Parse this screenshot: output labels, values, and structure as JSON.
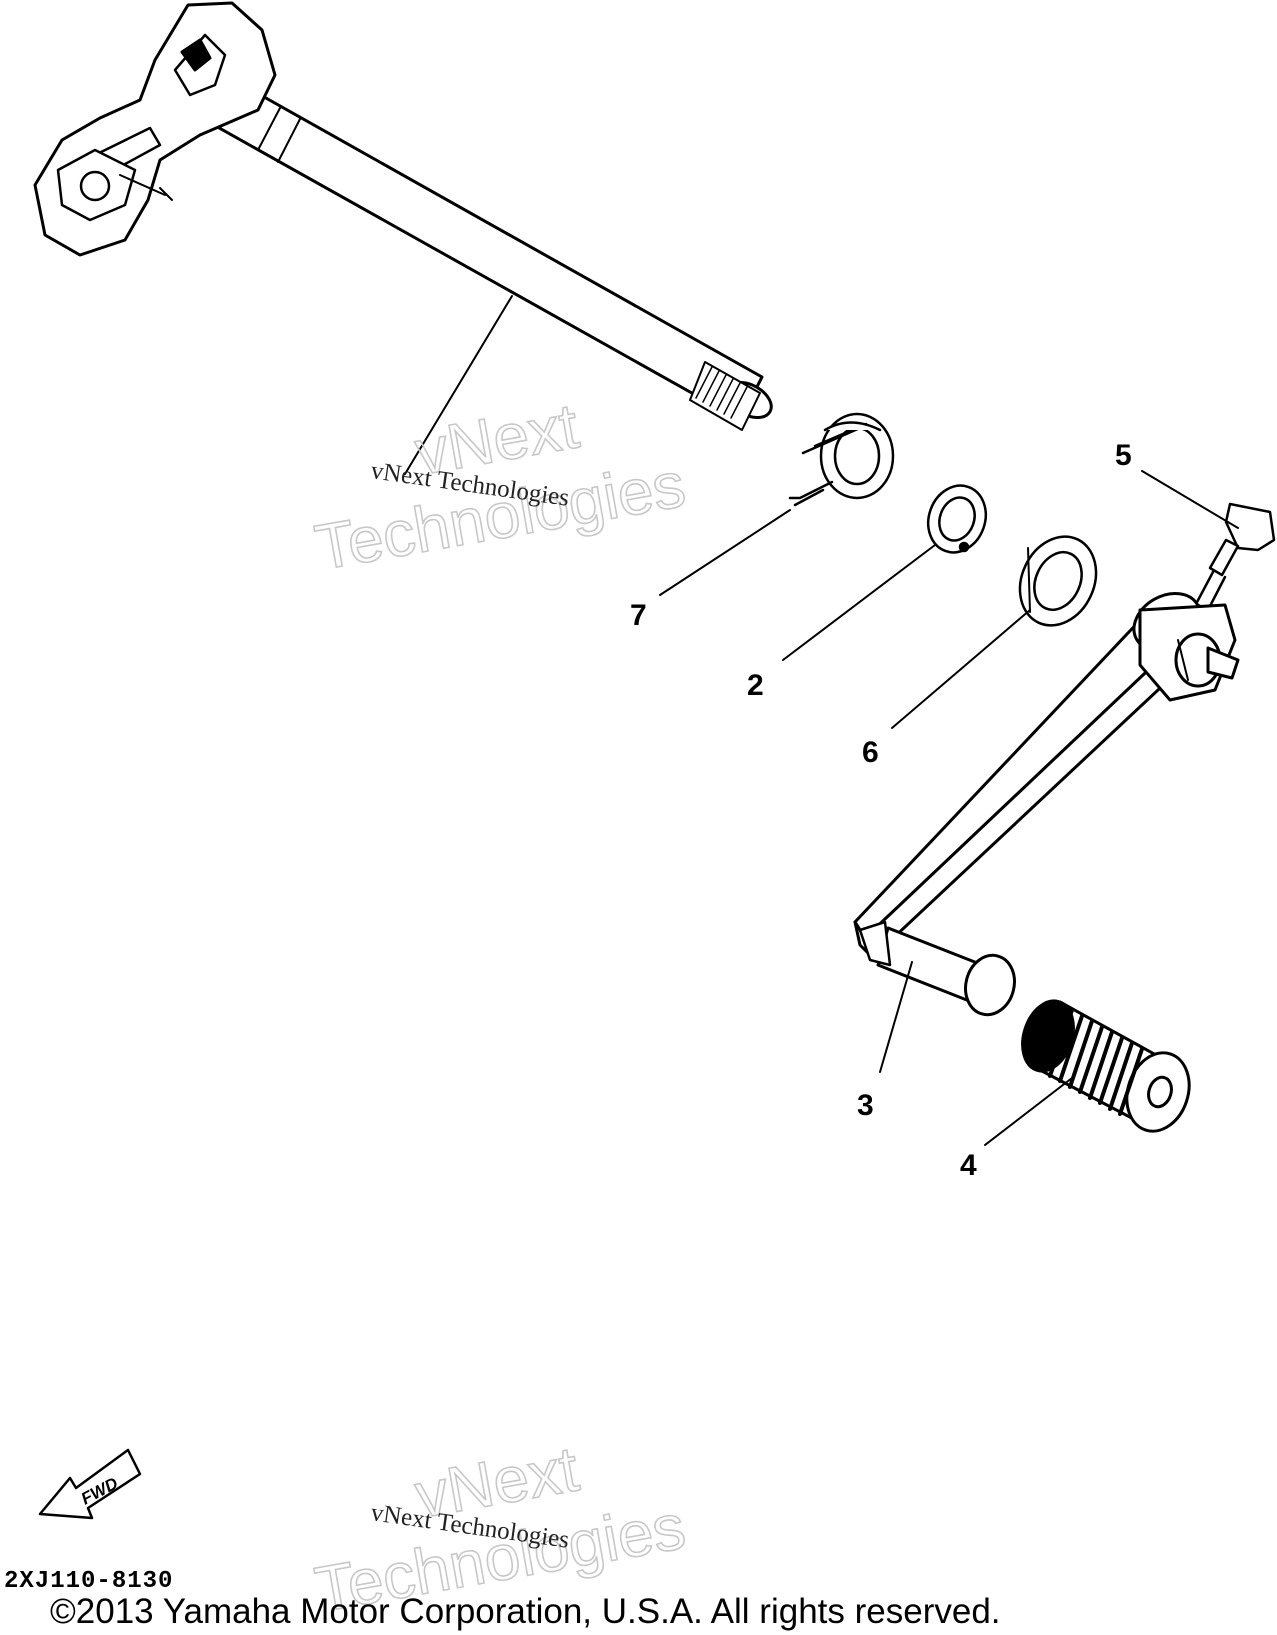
{
  "callouts": {
    "p7": "7",
    "p2": "2",
    "p6": "6",
    "p5": "5",
    "p3": "3",
    "p4": "4"
  },
  "fwd_label": "FWD",
  "watermark": {
    "small": "vNext Technologies",
    "large_line1": "vNext",
    "large_line2": "Technologies"
  },
  "diagram_code": "2XJ110-8130",
  "copyright": "©2013 Yamaha Motor Corporation, U.S.A. All rights reserved."
}
